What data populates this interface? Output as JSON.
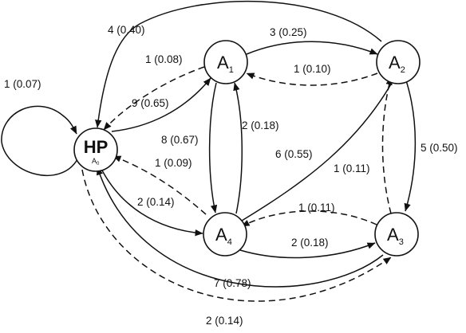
{
  "nodes": {
    "hp": {
      "label": "HP",
      "sublabel": "A",
      "sublabel_sub": "0"
    },
    "a1": {
      "label": "A",
      "sub": "1"
    },
    "a2": {
      "label": "A",
      "sub": "2"
    },
    "a3": {
      "label": "A",
      "sub": "3"
    },
    "a4": {
      "label": "A",
      "sub": "4"
    }
  },
  "edges": {
    "hp_self": {
      "label": "1 (0.07)",
      "style": "solid"
    },
    "a2_hp": {
      "label": "4 (0.40)",
      "style": "solid"
    },
    "a1_a2": {
      "label": "3 (0.25)",
      "style": "solid"
    },
    "a2_a1": {
      "label": "1 (0.10)",
      "style": "dashed"
    },
    "a1_hp": {
      "label": "1 (0.08)",
      "style": "dashed"
    },
    "hp_a1": {
      "label": "9 (0.65)",
      "style": "solid"
    },
    "a1_a4": {
      "label": "8 (0.67)",
      "style": "solid"
    },
    "a4_a1": {
      "label": "2 (0.18)",
      "style": "solid"
    },
    "a4_a2": {
      "label": "6 (0.55)",
      "style": "solid"
    },
    "a2_a3": {
      "label": "5 (0.50)",
      "style": "solid"
    },
    "a3_a2": {
      "label": "1 (0.11)",
      "style": "dashed"
    },
    "a4_hp": {
      "label": "1 (0.09)",
      "style": "dashed"
    },
    "hp_a4": {
      "label": "2 (0.14)",
      "style": "solid"
    },
    "a3_a4": {
      "label": "1 (0.11)",
      "style": "dashed"
    },
    "a4_a3": {
      "label": "2 (0.18)",
      "style": "solid"
    },
    "a3_hp": {
      "label": "7 (0.78)",
      "style": "solid"
    },
    "hp_a3": {
      "label": "2 (0.14)",
      "style": "dashed"
    }
  }
}
